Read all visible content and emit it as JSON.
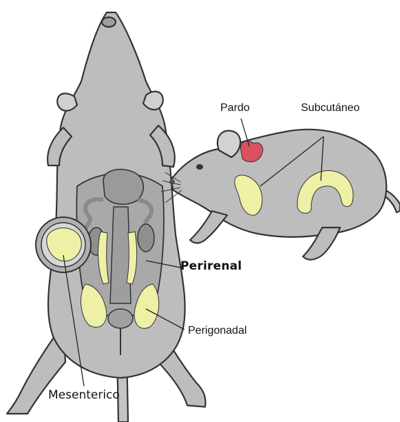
{
  "labels": {
    "pardo": "Pardo",
    "subcutaneo": "Subcutáneo",
    "perirenal": "Perirenal",
    "perigonadal": "Perigonadal",
    "mesenterico": "Mesenterico"
  },
  "colors": {
    "body": "#bdbdbd",
    "outline": "#333333",
    "white_fat": "#eef0a6",
    "brown_fat": "#d9505f",
    "organ": "#8f8f8f",
    "background": "#ffffff"
  }
}
